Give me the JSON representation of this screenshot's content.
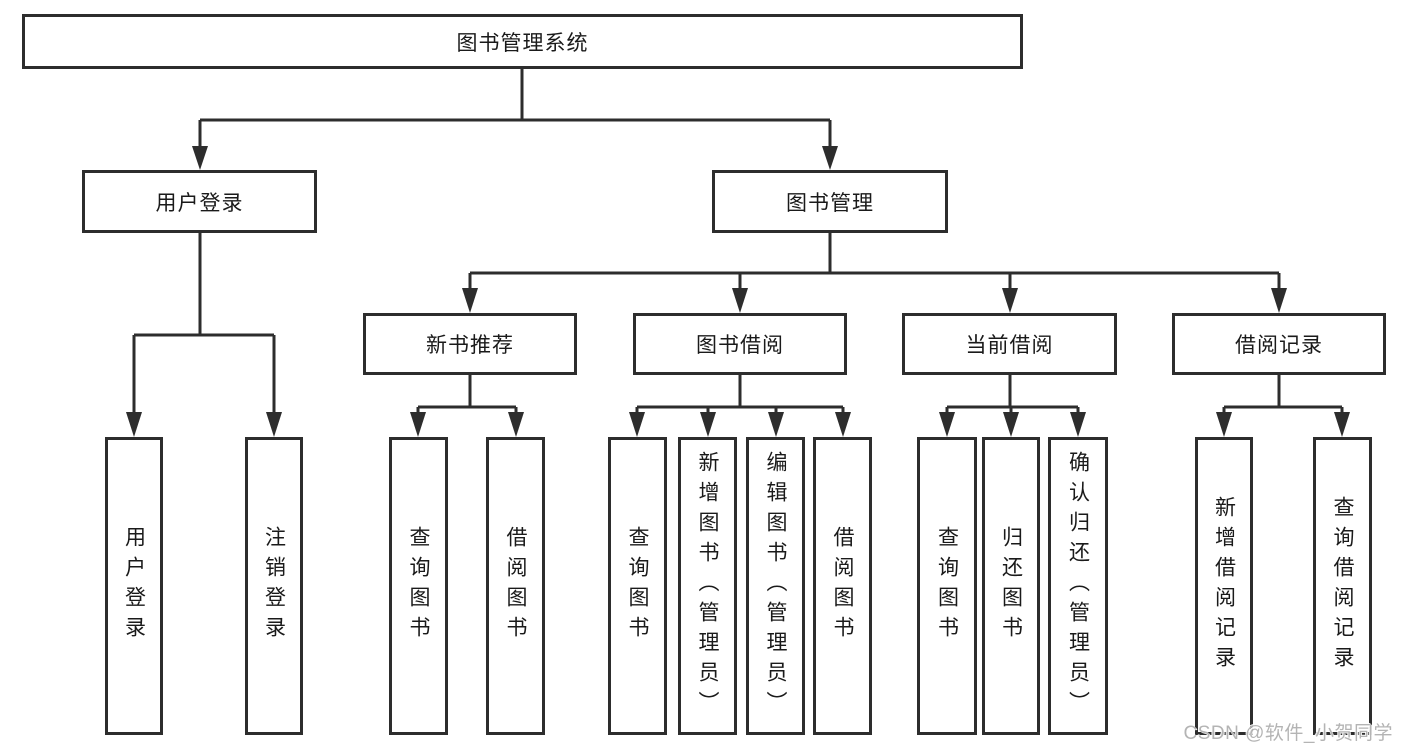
{
  "colors": {
    "background": "#ffffff",
    "line": "#2d2d2d",
    "text": "#1a1a1a",
    "watermark": "#b4b4b4"
  },
  "tree": {
    "label": "图书管理系统",
    "children": [
      {
        "label": "用户登录",
        "children": [
          {
            "label": "用户登录"
          },
          {
            "label": "注销登录"
          }
        ]
      },
      {
        "label": "图书管理",
        "children": [
          {
            "label": "新书推荐",
            "children": [
              {
                "label": "查询图书"
              },
              {
                "label": "借阅图书"
              }
            ]
          },
          {
            "label": "图书借阅",
            "children": [
              {
                "label": "查询图书"
              },
              {
                "label": "新增图书（管理员）"
              },
              {
                "label": "编辑图书（管理员）"
              },
              {
                "label": "借阅图书"
              }
            ]
          },
          {
            "label": "当前借阅",
            "children": [
              {
                "label": "查询图书"
              },
              {
                "label": "归还图书"
              },
              {
                "label": "确认归还（管理员）"
              }
            ]
          },
          {
            "label": "借阅记录",
            "children": [
              {
                "label": "新增借阅记录"
              },
              {
                "label": "查询借阅记录"
              }
            ]
          }
        ]
      }
    ]
  },
  "watermark": {
    "text": "CSDN @软件_小贺同学"
  }
}
